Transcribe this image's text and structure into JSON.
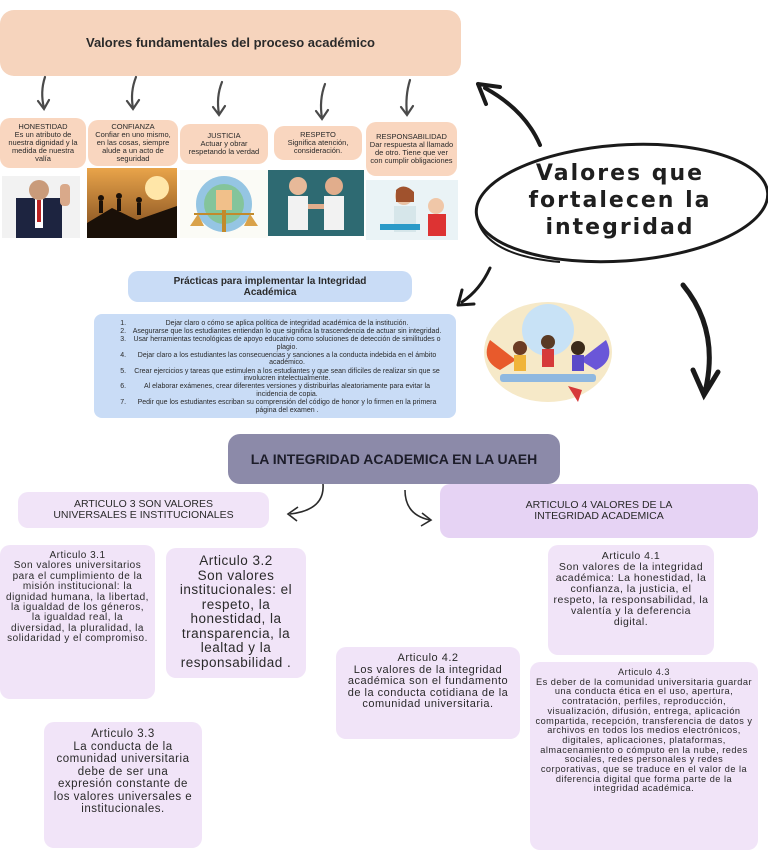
{
  "header": {
    "title": "Valores fundamentales del proceso académico"
  },
  "values": [
    {
      "name": "HONESTIDAD",
      "desc": "Es un atributo de nuestra dignidad y la medida de nuestra valía"
    },
    {
      "name": "CONFIANZA",
      "desc": "Confiar en uno mismo, en las cosas, siempre alude a un acto de seguridad"
    },
    {
      "name": "JUSTICIA",
      "desc": "Actuar y obrar respetando la verdad"
    },
    {
      "name": "RESPETO",
      "desc": "Significa atención, consideración."
    },
    {
      "name": "RESPONSABILIDAD",
      "desc": "Dar respuesta al llamado de otro. Tiene que ver con cumplir obligaciones"
    }
  ],
  "main_title": "Valores que fortalecen la integridad",
  "practices": {
    "title": "Prácticas para implementar la Integridad Académica",
    "items": [
      "Dejar claro o cómo se aplica política de integridad académica de la institución.",
      "Asegurarse que los estudiantes entiendan lo que significa la trascendencia de actuar sin integridad.",
      "Usar herramientas tecnológicas de apoyo educativo como soluciones de detección de similitudes o plagio.",
      "Dejar claro a los estudiantes las consecuencias y sanciones a la conducta indebida en el ámbito académico.",
      "Crear ejercicios y tareas que estimulen a los estudiantes y que sean difíciles de realizar sin que se involucren intelectualmente.",
      "Al elaborar exámenes, crear diferentes versiones y distribuirlas aleatoriamente para evitar la incidencia de copia.",
      "Pedir que los estudiantes escriban su comprensión del código de honor y lo firmen en la primera página del examen ."
    ]
  },
  "uaeh_title": "LA INTEGRIDAD ACADEMICA EN LA UAEH",
  "art3_header": "ARTICULO 3 SON VALORES UNIVERSALES E INSTITUCIONALES",
  "art4_header": "ARTICULO 4 VALORES DE LA INTEGRIDAD ACADEMICA",
  "articles": {
    "a31": {
      "head": "Articulo 3.1",
      "body": "Son valores universitarios para el cumplimiento de la misión institucional: la dignidad humana, la libertad, la igualdad de los géneros, la igualdad real, la diversidad, la pluralidad, la solidaridad y el compromiso."
    },
    "a32": {
      "head": "Articulo 3.2",
      "body": "Son valores institucionales: el respeto, la honestidad, la transparencia, la lealtad y la responsabilidad ."
    },
    "a33": {
      "head": "Articulo 3.3",
      "body": "La conducta de la comunidad universitaria debe de ser una expresión constante de los valores universales e institucionales."
    },
    "a41": {
      "head": "Articulo 4.1",
      "body": "Son valores de la integridad académica: La honestidad, la confianza, la justicia, el respeto, la responsabilidad, la valentía y la deferencia digital."
    },
    "a42": {
      "head": "Articulo 4.2",
      "body": "Los valores de la integridad académica son el fundamento de la conducta cotidiana de la comunidad universitaria."
    },
    "a43": {
      "head": "Articulo 4.3",
      "body": "Es deber de la comunidad universitaria guardar una conducta ética en el uso, apertura, contratación, perfiles, reproducción, visualización, difusión, entrega, aplicación compartida, recepción, transferencia de datos y archivos en todos los medios electrónicos, digitales, aplicaciones, plataformas, almacenamiento o cómputo en la nube, redes sociales, redes personales y redes corporativas, que se traduce en el valor de la diferencia digital que forma parte de la integridad académica."
    }
  },
  "colors": {
    "peach": "#f6d4bd",
    "blue": "#c9dcf6",
    "purple": "#8c8aa9",
    "lavender": "#f1e4f8"
  }
}
